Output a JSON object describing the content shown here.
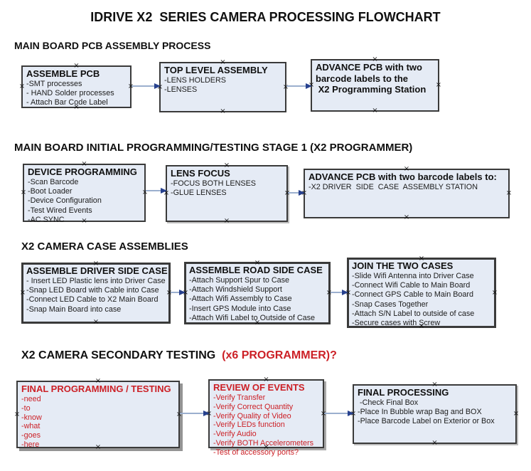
{
  "title": "IDRIVE X2  SERIES CAMERA PROCESSING FLOWCHART",
  "colors": {
    "box_fill": "#e5ebf5",
    "box_border": "#3a3a3a",
    "arrow_line": "#9bafce",
    "arrow_head": "#27418e",
    "red_text": "#cc2026",
    "text_black": "#141414"
  },
  "sections": [
    {
      "heading": "MAIN BOARD PCB ASSEMBLY PROCESS",
      "heading_red": "",
      "boxes": [
        {
          "title": "ASSEMBLE PCB",
          "items": [
            "-SMT processes",
            "- HAND Solder processes",
            "- Attach Bar Code Label"
          ]
        },
        {
          "title": "TOP LEVEL ASSEMBLY",
          "items": [
            "-LENS HOLDERS",
            "-LENSES"
          ]
        },
        {
          "title": "ADVANCE PCB with two\nbarcode labels to the\n X2 Programming Station",
          "items": []
        }
      ]
    },
    {
      "heading": "MAIN BOARD INITIAL PROGRAMMING/TESTING STAGE 1 (X2 PROGRAMMER)",
      "heading_red": "",
      "boxes": [
        {
          "title": "DEVICE PROGRAMMING",
          "items": [
            "-Scan Barcode",
            "-Boot Loader",
            "-Device Configuration",
            "-Test Wired Events",
            "-AC SYNC"
          ]
        },
        {
          "title": "LENS FOCUS",
          "items": [
            "-FOCUS BOTH LENSES",
            "-GLUE LENSES"
          ]
        },
        {
          "title": "ADVANCE PCB with two barcode labels to:",
          "items": [
            "-X2 DRIVER  SIDE  CASE  ASSEMBLY STATION"
          ]
        }
      ]
    },
    {
      "heading": "X2 CAMERA CASE ASSEMBLIES",
      "heading_red": "",
      "boxes": [
        {
          "title": "ASSEMBLE DRIVER SIDE CASE",
          "items": [
            "- Insert LED Plastic lens into Driver Case",
            "-Snap LED Board with Cable into Case",
            "-Connect LED Cable to X2 Main Board",
            "-Snap Main Board into case"
          ]
        },
        {
          "title": "ASSEMBLE ROAD SIDE CASE",
          "items": [
            "-Attach Support Spur to Case",
            "-Attach Windshield Support",
            "-Attach Wifi Assembly to Case",
            "-Insert GPS Module into Case",
            "-Attach Wifi Label to Outside of Case"
          ]
        },
        {
          "title": "JOIN THE TWO CASES",
          "items": [
            "-Slide Wifi Antenna into Driver Case",
            "-Connect Wifi Cable to Main Board",
            "-Connect GPS Cable to Main Board",
            "-Snap Cases Together",
            "-Attach S/N Label to outside of case",
            "-Secure cases with Screw"
          ]
        }
      ]
    },
    {
      "heading": "X2 CAMERA SECONDARY TESTING ",
      "heading_red": " (x6 PROGRAMMER)?",
      "boxes": [
        {
          "title": "FINAL PROGRAMMING / TESTING",
          "items": [
            "-need",
            "-to",
            "-know",
            "-what",
            "-goes",
            "-here"
          ]
        },
        {
          "title": "REVIEW OF EVENTS",
          "items": [
            "-Verify Transfer",
            "-Verify Correct Quantity",
            "-Verify Quality of Video",
            "-Verify LEDs function",
            "-Verify Audio",
            "-Verify BOTH Accelerometers",
            "-Test of accessory ports?"
          ]
        },
        {
          "title": "FINAL PROCESSING",
          "items": [
            " -Check Final Box",
            "-Place In Bubble wrap Bag and BOX",
            "-Place Barcode Label on Exterior or Box"
          ]
        }
      ]
    }
  ]
}
